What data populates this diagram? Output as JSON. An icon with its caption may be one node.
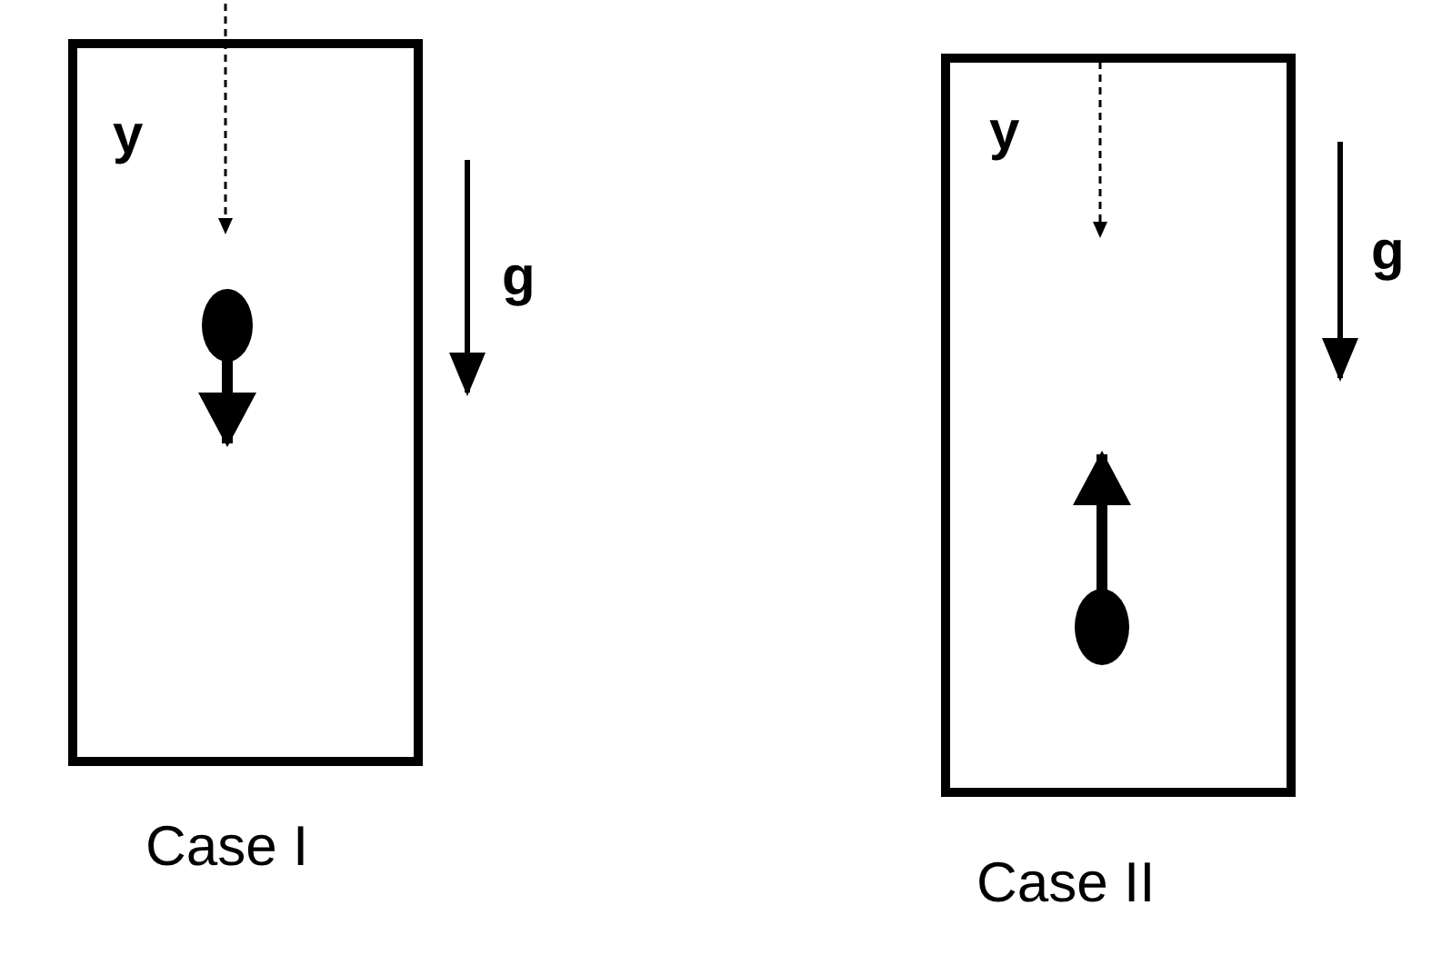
{
  "diagram": {
    "labels": [
      "y",
      "y",
      "g",
      "g",
      "Case I",
      "Case II"
    ]
  }
}
